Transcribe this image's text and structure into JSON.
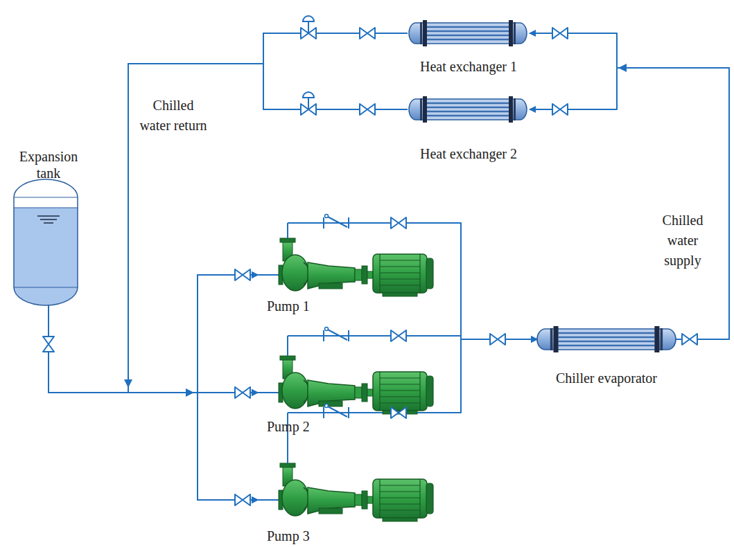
{
  "diagram": {
    "nodes": [
      {
        "text": [
          "Expansion tank"
        ]
      },
      {
        "text": [
          "Heat exchanger 1"
        ]
      },
      {
        "text": [
          "Heat exchanger 2"
        ]
      },
      {
        "text": [
          "Pump 1"
        ]
      },
      {
        "text": [
          "Pump 2"
        ]
      },
      {
        "text": [
          "Pump 3"
        ]
      },
      {
        "text": [
          "Chiller evaporator"
        ]
      }
    ],
    "edges": [
      {
        "from": 6,
        "to": 1,
        "arrow": "to"
      },
      {
        "from": 6,
        "to": 2,
        "arrow": "to"
      },
      {
        "from": 1,
        "to": 3,
        "arrow": "to"
      },
      {
        "from": 1,
        "to": 4,
        "arrow": "to"
      },
      {
        "from": 1,
        "to": 5,
        "arrow": "to"
      },
      {
        "from": 2,
        "to": 3,
        "arrow": "to"
      },
      {
        "from": 2,
        "to": 4,
        "arrow": "to"
      },
      {
        "from": 2,
        "to": 5,
        "arrow": "to"
      },
      {
        "from": 0,
        "to": 3,
        "arrow": "to"
      },
      {
        "from": 0,
        "to": 4,
        "arrow": "to"
      },
      {
        "from": 0,
        "to": 5,
        "arrow": "to"
      },
      {
        "from": 3,
        "to": 6,
        "arrow": "to"
      },
      {
        "from": 4,
        "to": 6,
        "arrow": "to"
      },
      {
        "from": 5,
        "to": 6,
        "arrow": "to"
      }
    ],
    "labels": [
      "Chilled water return",
      "Chilled water supply"
    ]
  }
}
